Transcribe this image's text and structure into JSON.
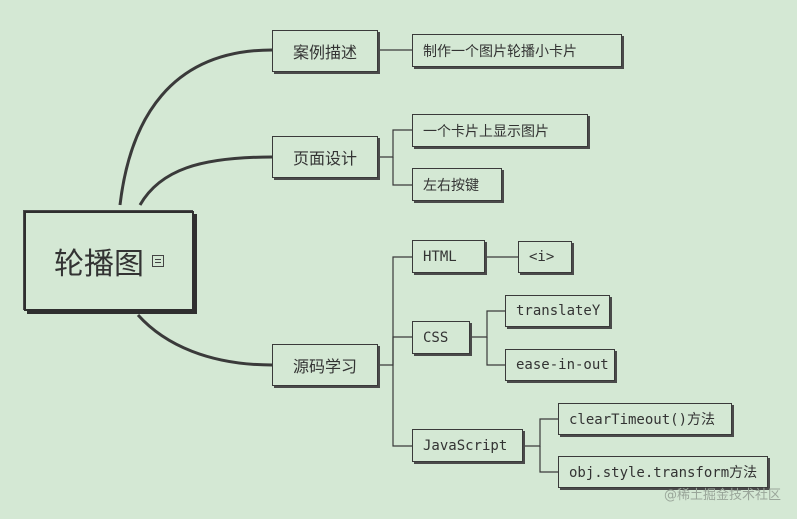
{
  "root": {
    "label": "轮播图"
  },
  "branches": {
    "case": {
      "label": "案例描述",
      "children": {
        "desc": "制作一个图片轮播小卡片"
      }
    },
    "page": {
      "label": "页面设计",
      "children": {
        "card": "一个卡片上显示图片",
        "buttons": "左右按键"
      }
    },
    "source": {
      "label": "源码学习",
      "children": {
        "html": {
          "label": "HTML",
          "children": {
            "tag": "<i>"
          }
        },
        "css": {
          "label": "CSS",
          "children": {
            "t1": "translateY",
            "t2": "ease-in-out"
          }
        },
        "js": {
          "label": "JavaScript",
          "children": {
            "m1": "clearTimeout()方法",
            "m2": "obj.style.transform方法"
          }
        }
      }
    }
  },
  "watermark": "@稀土掘金技术社区",
  "colors": {
    "background": "#d4e8d4",
    "stroke": "#3a3a3a",
    "text": "#333333"
  },
  "icons": {
    "note": "note-icon"
  }
}
